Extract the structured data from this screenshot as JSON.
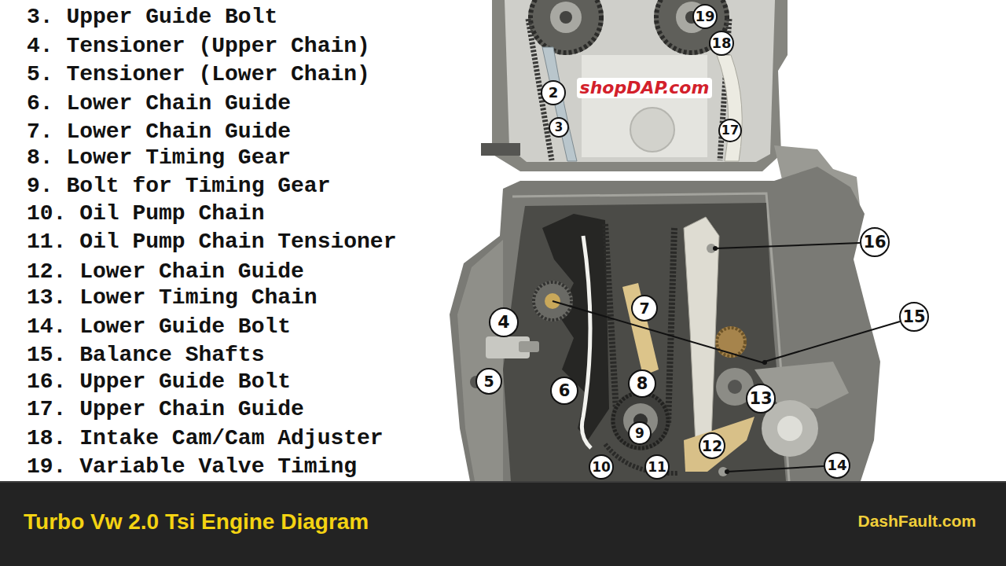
{
  "diagram": {
    "title": "Turbo Vw 2.0 Tsi Engine Diagram",
    "labels": [
      "3. Upper Guide Bolt",
      "4. Tensioner (Upper Chain)",
      "5. Tensioner (Lower Chain)",
      "6. Lower Chain Guide",
      "7. Lower Chain Guide",
      "8. Lower Timing Gear",
      "9. Bolt for Timing Gear",
      "10. Oil Pump Chain",
      "11. Oil Pump Chain Tensioner",
      "12. Lower Chain Guide",
      "13. Lower Timing Chain",
      "14. Lower Guide Bolt",
      "15. Balance Shafts",
      "16. Upper Guide Bolt",
      "17. Upper Chain Guide",
      "18. Intake Cam/Cam Adjuster",
      "19. Variable Valve Timing",
      "19",
      "18",
      "2",
      "3",
      "17",
      "16",
      "15",
      "7",
      "4",
      "5",
      "6",
      "8",
      "13",
      "9",
      "12",
      "14",
      "10",
      "11",
      "shopDAP.com",
      "DashFault.com"
    ]
  }
}
